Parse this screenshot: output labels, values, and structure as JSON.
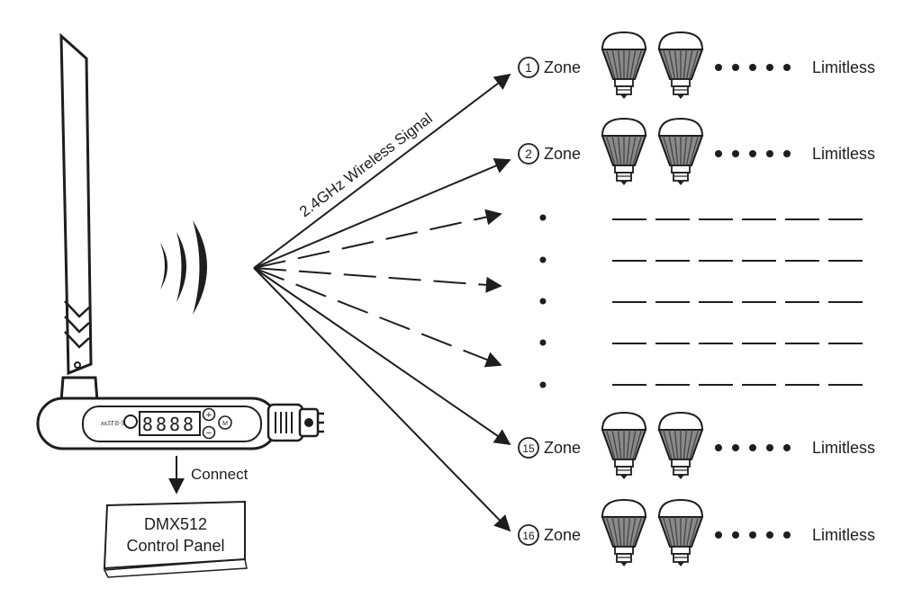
{
  "signal_label": "2.4GHz Wireless Signal",
  "connect_label": "Connect",
  "panel": {
    "line1": "DMX512",
    "line2": "Control Panel"
  },
  "device": {
    "display": "8888",
    "brand": "ᴧᴧΞΓƧ-ΞΓ",
    "plus": "+",
    "minus": "−",
    "button_label": "M"
  },
  "zones": [
    {
      "number": "1",
      "label": "Zone",
      "limit": "Limitless"
    },
    {
      "number": "2",
      "label": "Zone",
      "limit": "Limitless"
    },
    {
      "number": "15",
      "label": "Zone",
      "limit": "Limitless"
    },
    {
      "number": "16",
      "label": "Zone",
      "limit": "Limitless"
    }
  ],
  "colors": {
    "line": "#1e1e1e",
    "bulb_fill": "#8a8a8a",
    "bulb_dark": "#444444",
    "background": "#ffffff"
  }
}
